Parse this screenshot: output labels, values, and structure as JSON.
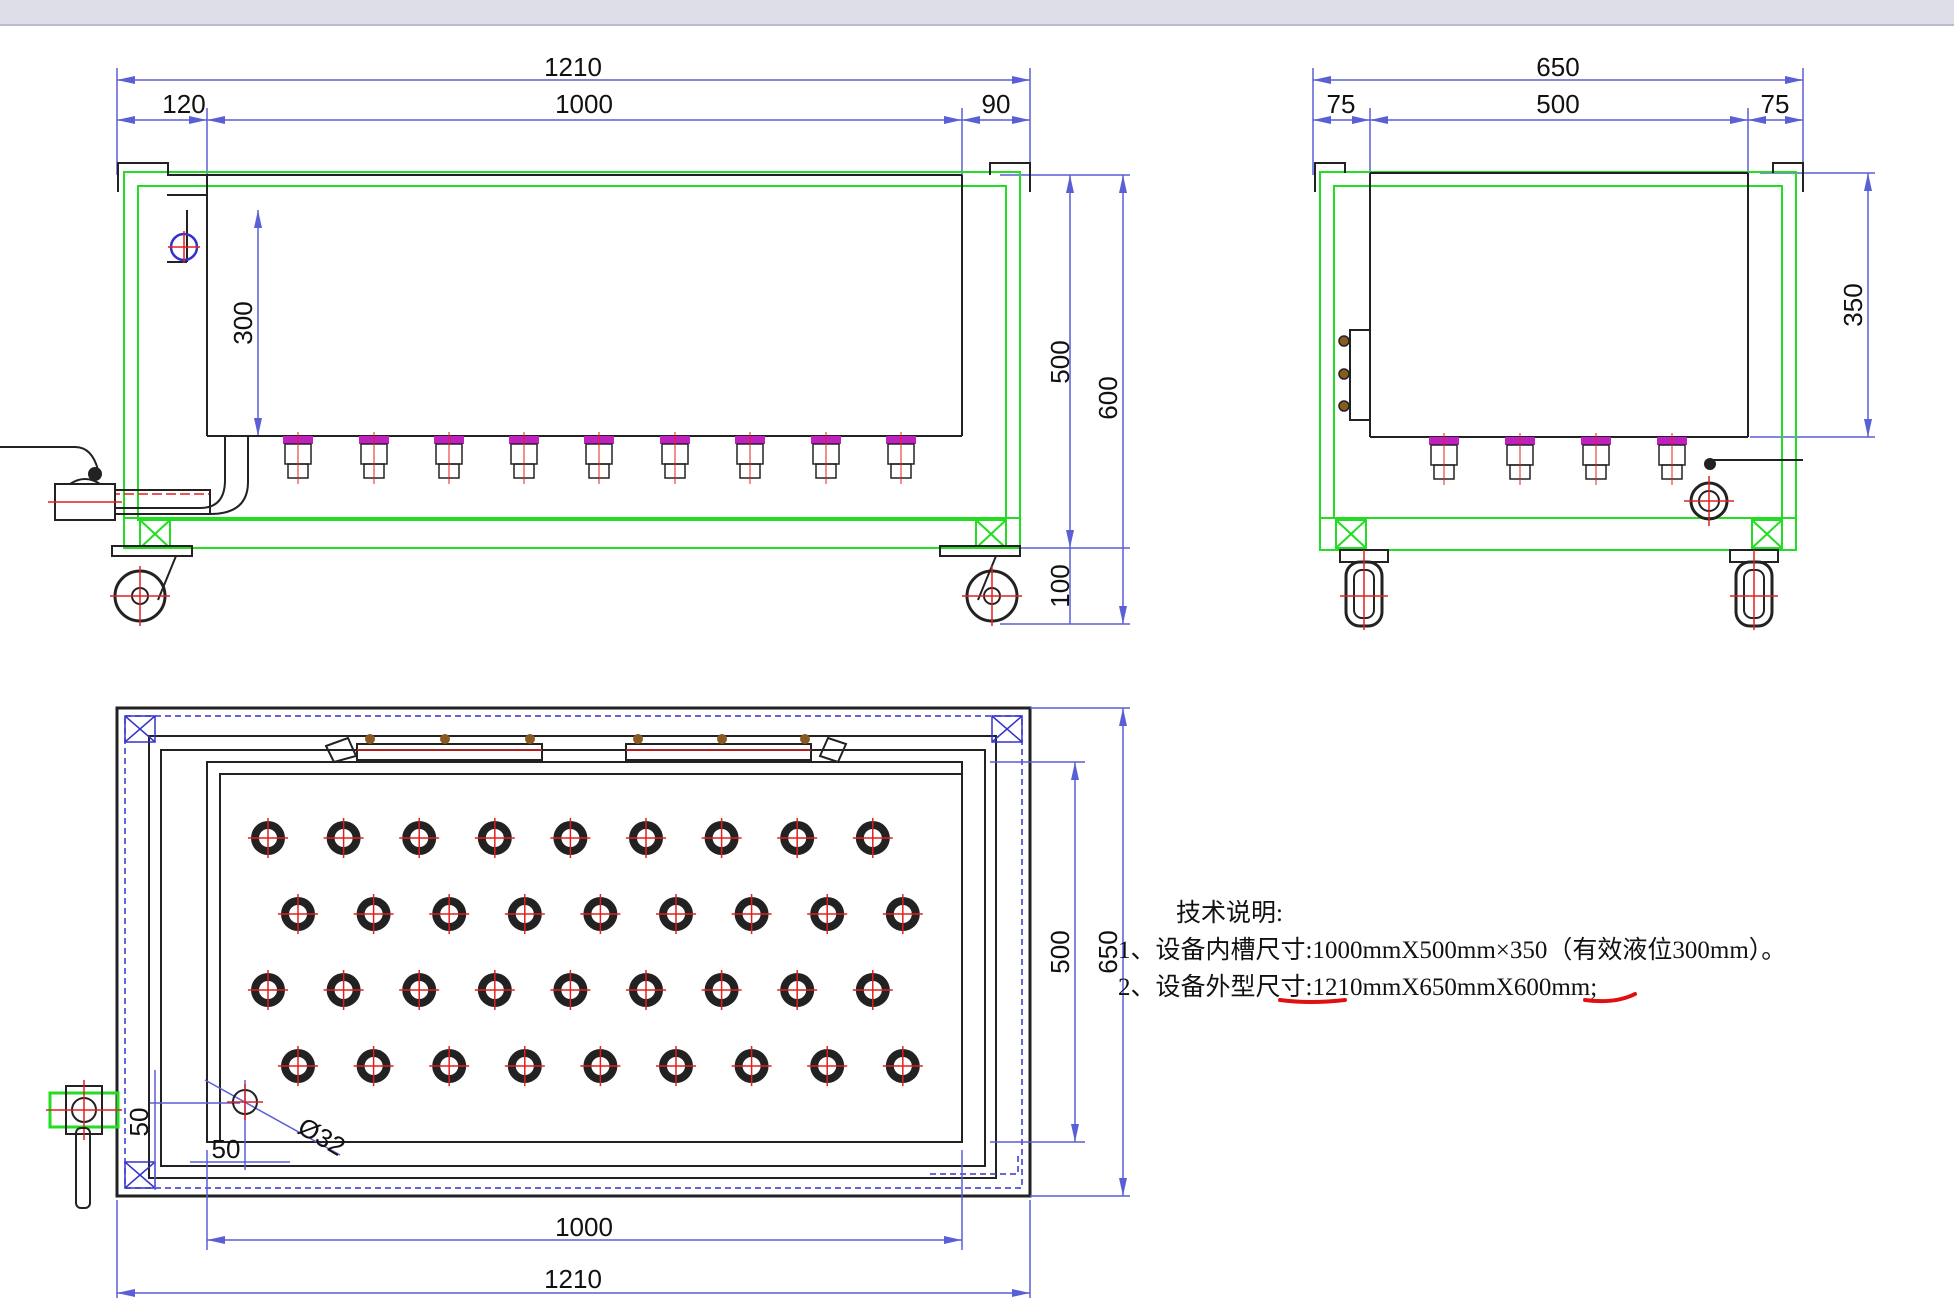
{
  "front_view": {
    "dims": {
      "overall_width": "1210",
      "left_offset": "120",
      "inner_width": "1000",
      "right_offset": "90",
      "liquid_level": "300",
      "inner_height": "500",
      "overall_height": "600",
      "leg_height": "100"
    }
  },
  "side_view": {
    "dims": {
      "overall_width": "650",
      "left_offset": "75",
      "inner_width": "500",
      "right_offset": "75",
      "height": "350"
    }
  },
  "plan_view": {
    "dims": {
      "inner_width": "1000",
      "overall_width": "1210",
      "inner_depth": "500",
      "overall_depth": "650",
      "offset_y": "50",
      "offset_x": "50",
      "drain_diameter": "Ø32"
    }
  },
  "notes": {
    "title": "技术说明:",
    "lines": [
      "1、设备内槽尺寸:1000mmX500mm×350（有效液位300mm）。",
      "2、设备外型尺寸:1210mmX650mmX600mm;"
    ]
  },
  "colors": {
    "dimension": "#5a5fd6",
    "frame": "#22dd22",
    "outline": "#222222",
    "center": "#e02020",
    "magenta": "#c020c0",
    "annotation_underline": "#e01010"
  }
}
